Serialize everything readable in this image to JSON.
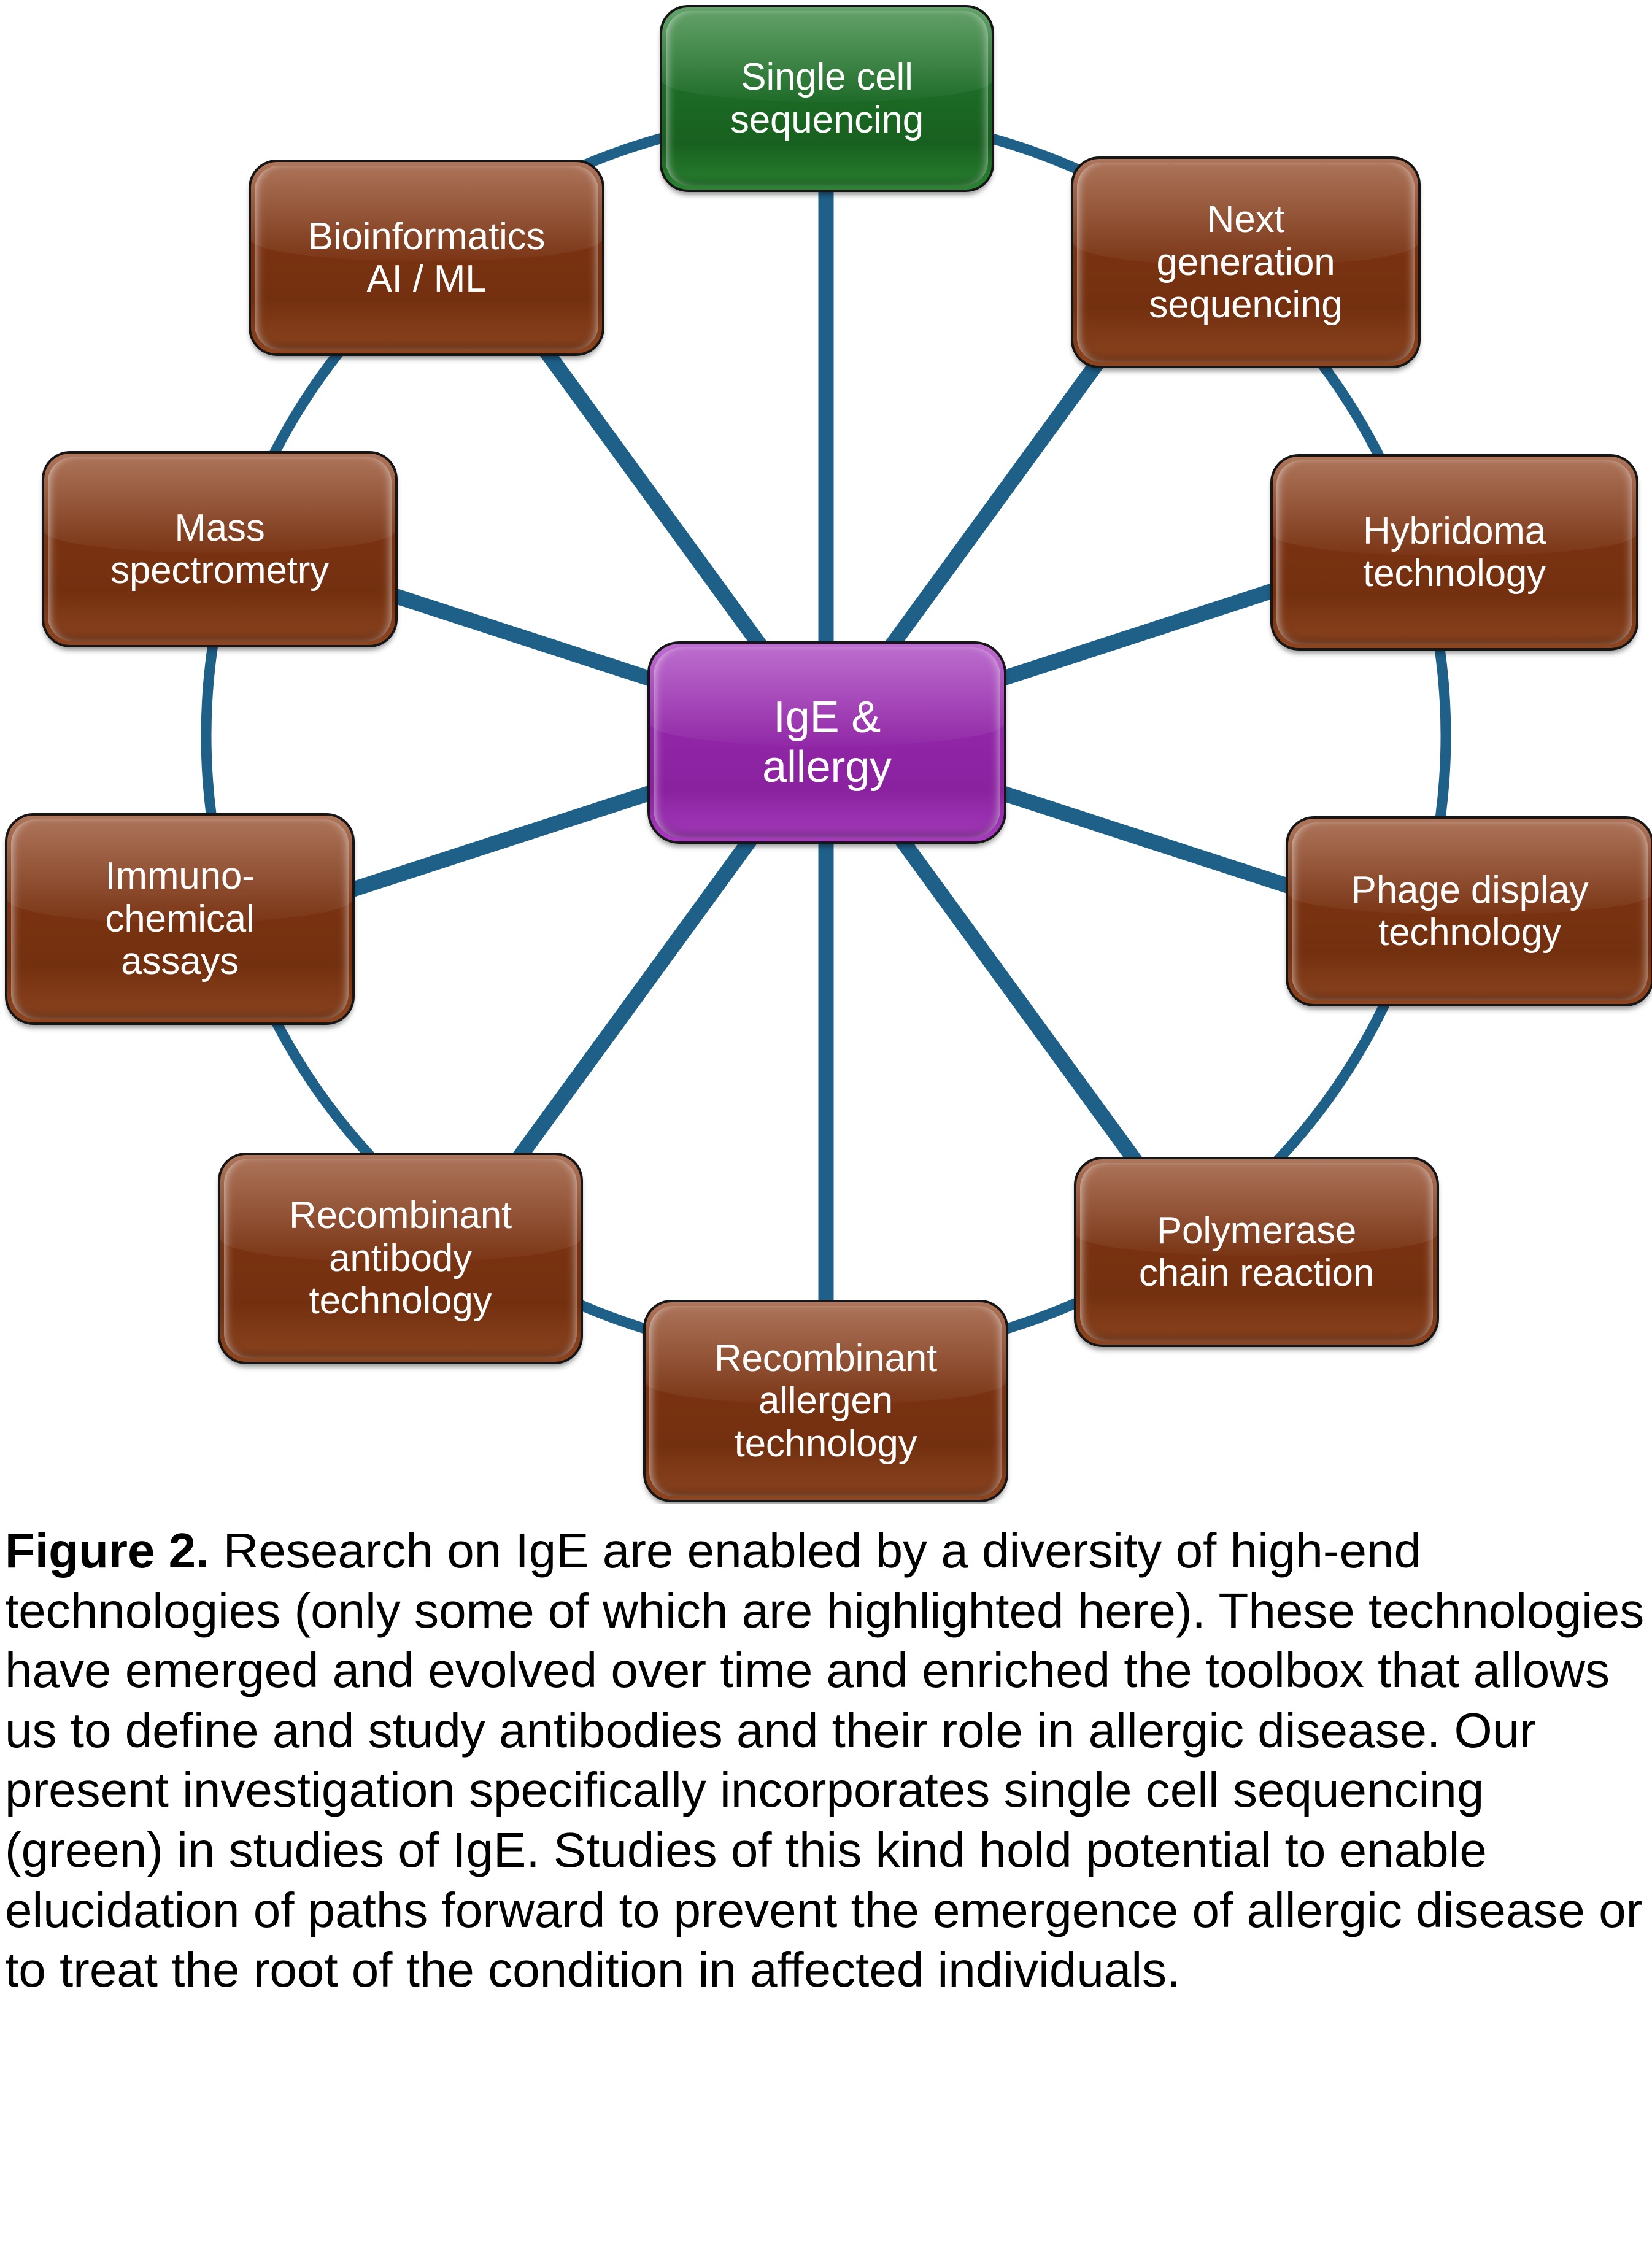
{
  "figure": {
    "center_node": {
      "label": "IgE &\nallergy",
      "color": "#9226A8"
    },
    "highlight_color": "#1C6B26",
    "default_color": "#7B3312",
    "connector_color": "#1F6089",
    "nodes": [
      {
        "id": "single-cell-sequencing",
        "label": "Single cell\nsequencing",
        "color": "#1C6B26",
        "highlighted": true
      },
      {
        "id": "next-generation-sequencing",
        "label": "Next\ngeneration\nsequencing",
        "color": "#7B3312",
        "highlighted": false
      },
      {
        "id": "hybridoma-technology",
        "label": "Hybridoma\ntechnology",
        "color": "#7B3312",
        "highlighted": false
      },
      {
        "id": "phage-display-technology",
        "label": "Phage display\ntechnology",
        "color": "#7B3312",
        "highlighted": false
      },
      {
        "id": "polymerase-chain-reaction",
        "label": "Polymerase\nchain reaction",
        "color": "#7B3312",
        "highlighted": false
      },
      {
        "id": "recombinant-allergen-technology",
        "label": "Recombinant\nallergen\ntechnology",
        "color": "#7B3312",
        "highlighted": false
      },
      {
        "id": "recombinant-antibody-technology",
        "label": "Recombinant\nantibody\ntechnology",
        "color": "#7B3312",
        "highlighted": false
      },
      {
        "id": "immunochemical-assays",
        "label": "Immuno-\nchemical\nassays",
        "color": "#7B3312",
        "highlighted": false
      },
      {
        "id": "mass-spectrometry",
        "label": "Mass\nspectrometry",
        "color": "#7B3312",
        "highlighted": false
      },
      {
        "id": "bioinformatics-ai-ml",
        "label": "Bioinformatics\nAI / ML",
        "color": "#7B3312",
        "highlighted": false
      }
    ]
  },
  "caption": {
    "label": "Figure 2.",
    "text": " Research on IgE are enabled by a diversity of high-end technologies (only some of which are highlighted here). These technologies have emerged and evolved over time and enriched the toolbox that allows us to define and study antibodies and their role in allergic disease. Our present investigation specifically incorporates single cell sequencing  (green) in studies of IgE. Studies of this kind hold potential to enable elucidation of paths forward to prevent the emergence of allergic disease or to treat the root of the condition in affected individuals."
  }
}
